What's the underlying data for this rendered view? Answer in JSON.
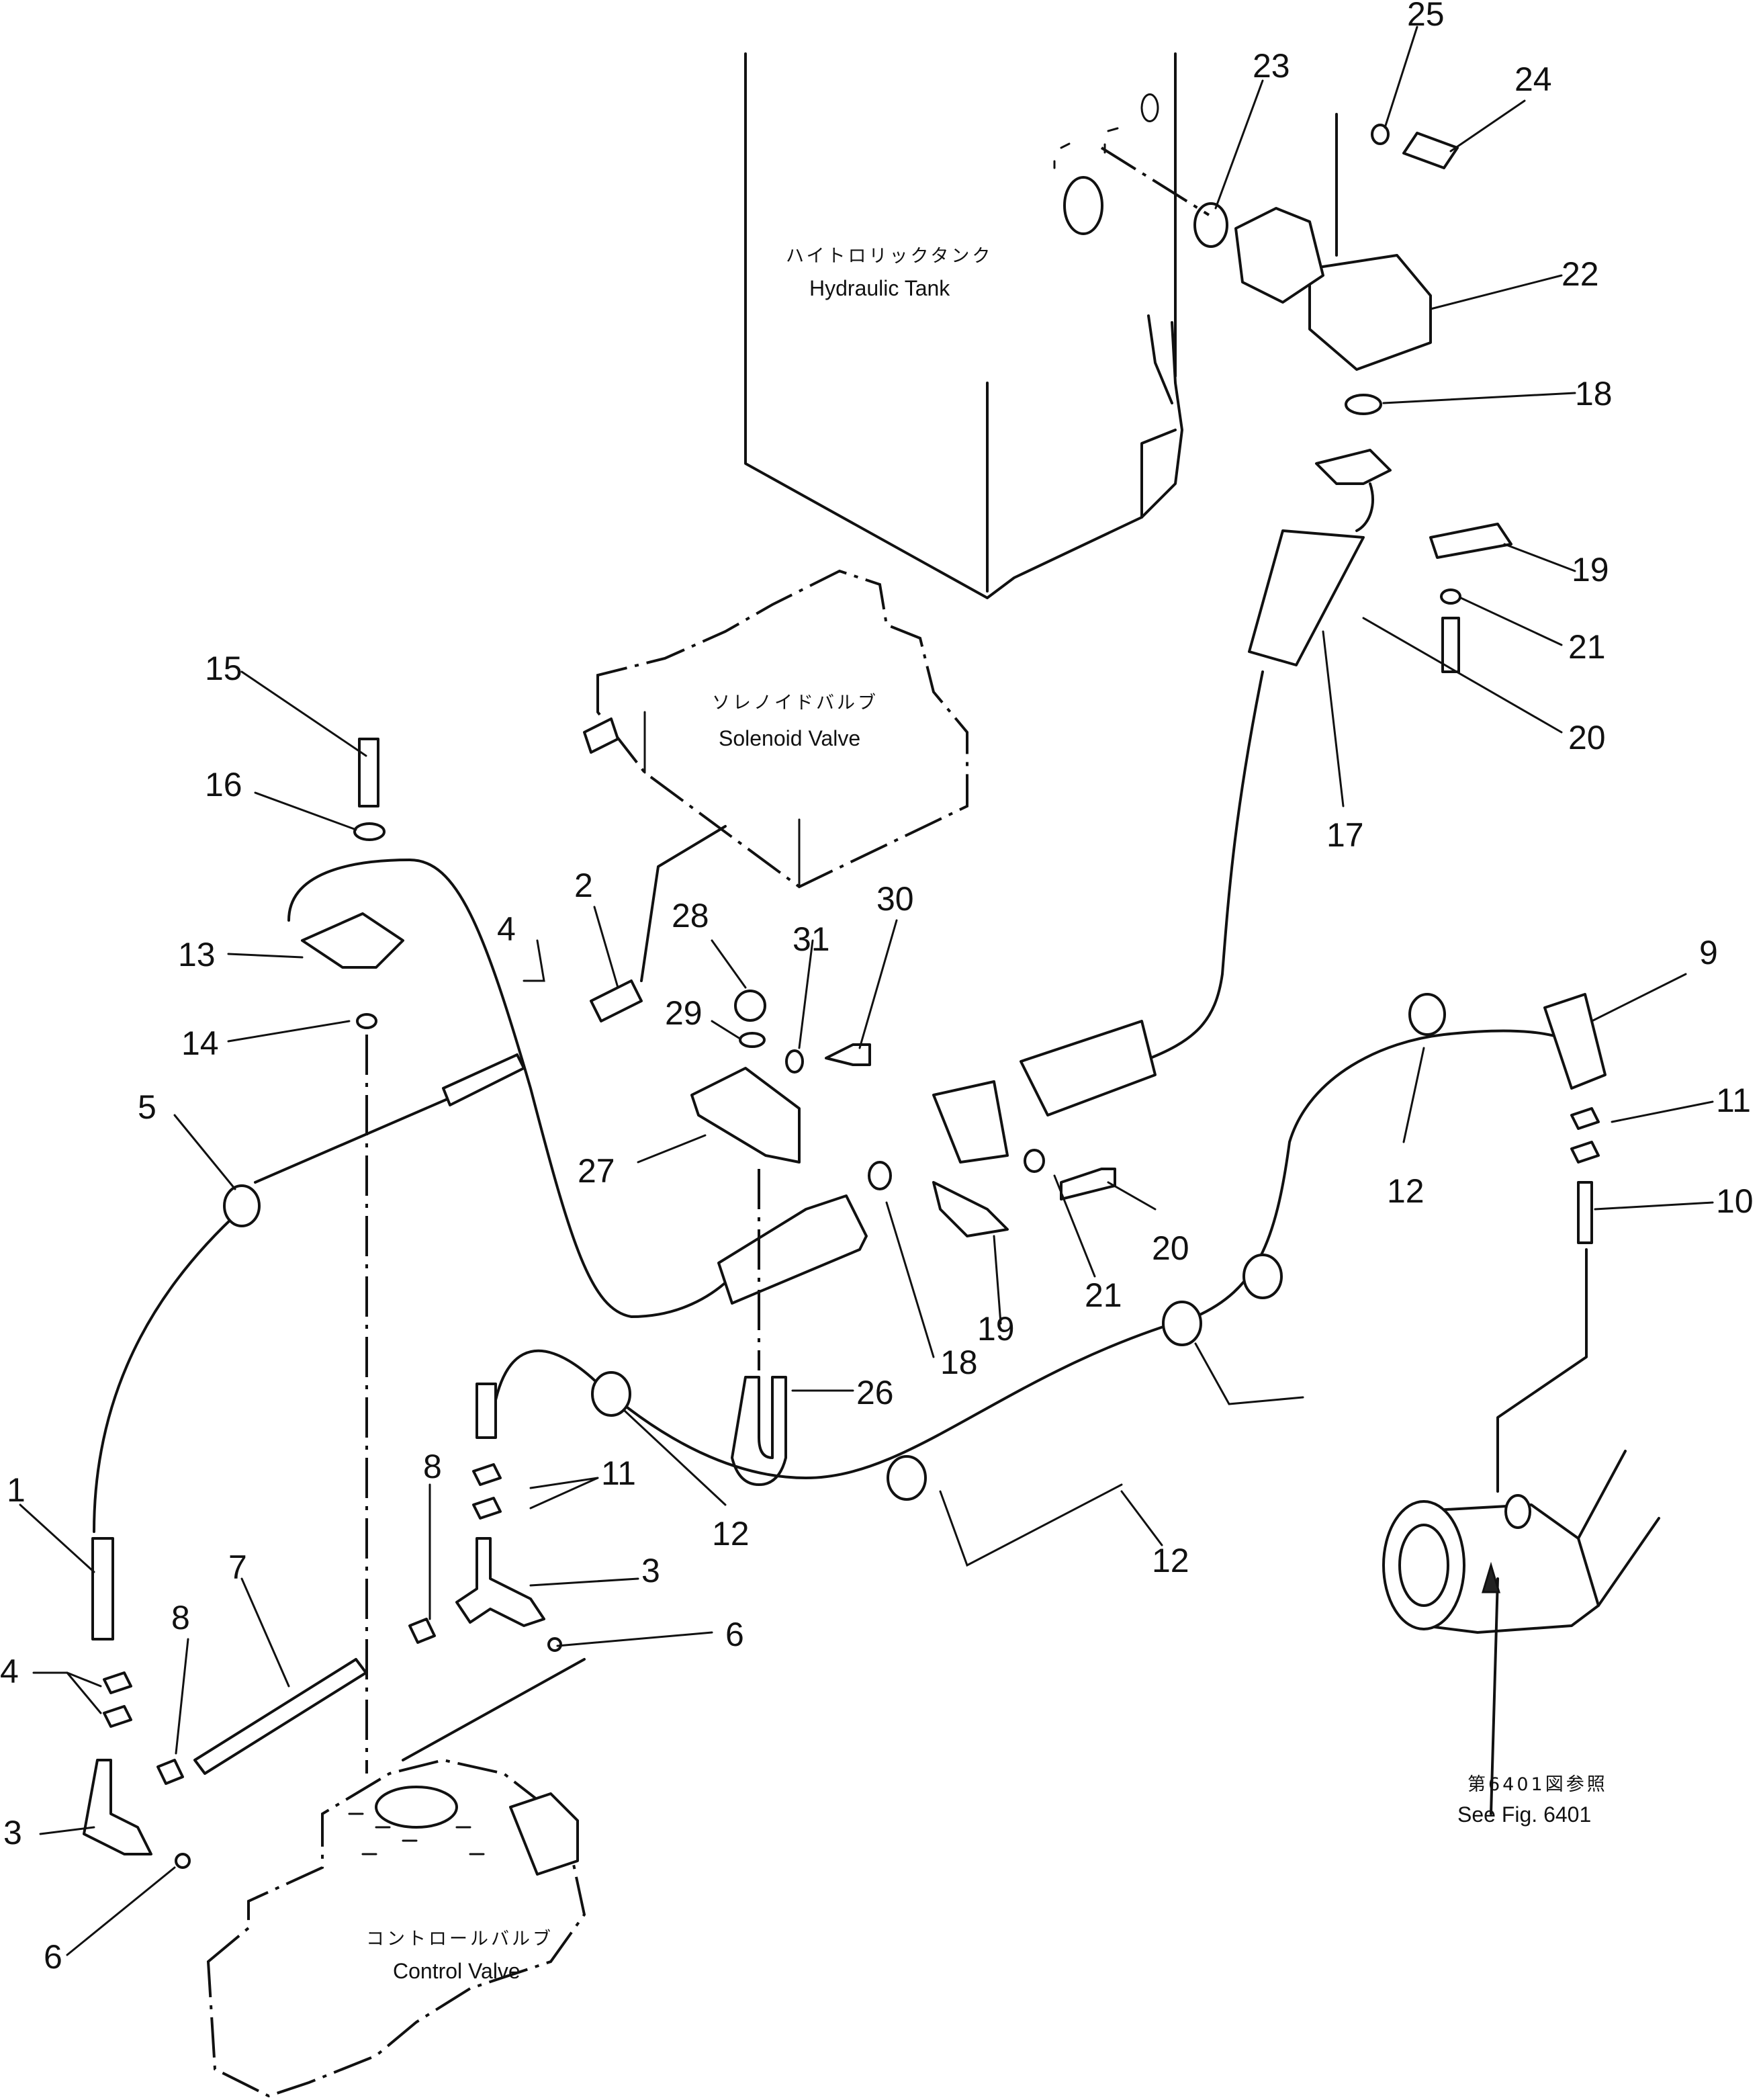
{
  "components": {
    "hydraulic_tank": {
      "label_jp": "ハイトロリックタンク",
      "label_en": "Hydraulic Tank"
    },
    "solenoid_valve": {
      "label_jp": "ソレノイドバルブ",
      "label_en": "Solenoid Valve"
    },
    "control_valve": {
      "label_jp": "コントロールバルブ",
      "label_en": "Control Valve"
    }
  },
  "reference": {
    "label_jp": "第6401図参照",
    "label_en": "See Fig. 6401"
  },
  "callouts": {
    "c1": "1",
    "c2": "2",
    "c3a": "3",
    "c3b": "3",
    "c4a": "4",
    "c4b": "4",
    "c5": "5",
    "c6a": "6",
    "c6b": "6",
    "c7": "7",
    "c8a": "8",
    "c8b": "8",
    "c9": "9",
    "c10": "10",
    "c11a": "11",
    "c11b": "11",
    "c12a": "12",
    "c12b": "12",
    "c12c": "12",
    "c13": "13",
    "c14": "14",
    "c15": "15",
    "c16": "16",
    "c17": "17",
    "c18a": "18",
    "c18b": "18",
    "c19a": "19",
    "c19b": "19",
    "c20a": "20",
    "c20b": "20",
    "c21a": "21",
    "c21b": "21",
    "c22": "22",
    "c23": "23",
    "c24": "24",
    "c25": "25",
    "c26": "26",
    "c27": "27",
    "c28": "28",
    "c29": "29",
    "c30": "30",
    "c31": "31"
  }
}
